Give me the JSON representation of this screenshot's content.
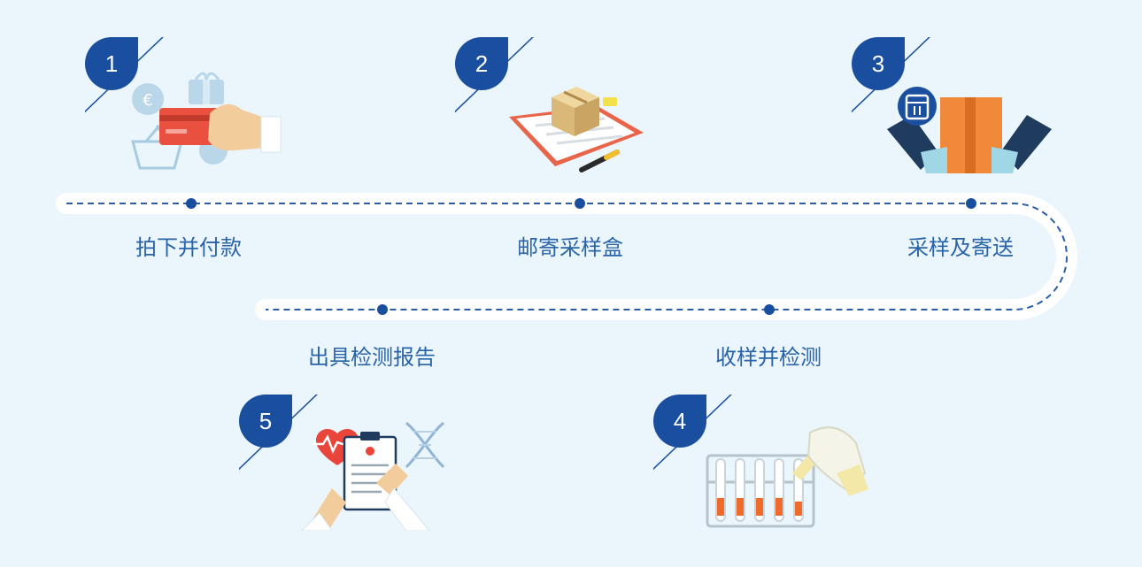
{
  "colors": {
    "background": "#eaf5fc",
    "badge": "#1a4fa0",
    "track": "#ffffff",
    "dash": "#2a5ea8",
    "label": "#2a64a8"
  },
  "steps": [
    {
      "number": "1",
      "label": "拍下并付款",
      "icon": "payment-card-icon"
    },
    {
      "number": "2",
      "label": "邮寄采样盒",
      "icon": "mail-box-icon"
    },
    {
      "number": "3",
      "label": "采样及寄送",
      "icon": "sample-package-icon"
    },
    {
      "number": "4",
      "label": "收样并检测",
      "icon": "test-tube-icon"
    },
    {
      "number": "5",
      "label": "出具检测报告",
      "icon": "report-clipboard-icon"
    }
  ]
}
